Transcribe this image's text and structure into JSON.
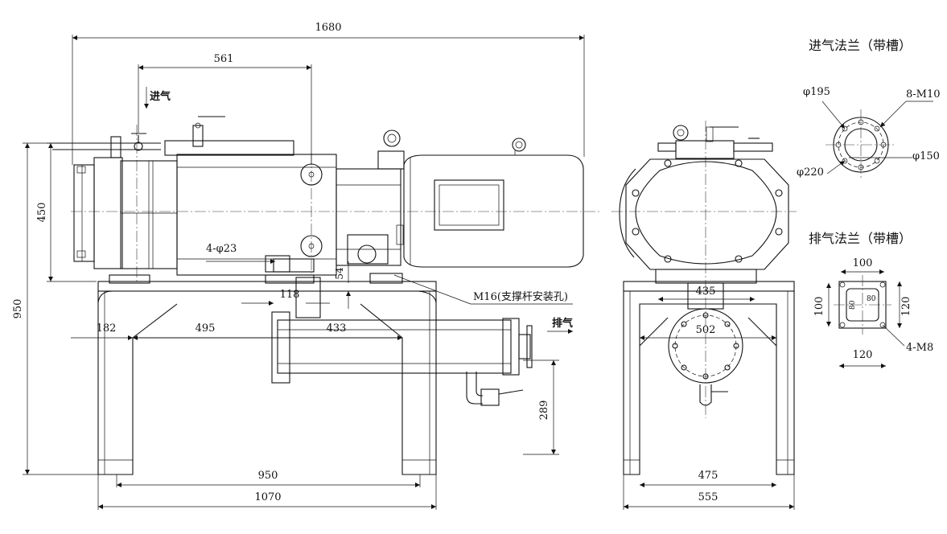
{
  "front_view": {
    "dimensions": {
      "overall_length": "1680",
      "inlet_offset": "561",
      "height": "450",
      "total_height": "950",
      "foot_hole": "4-φ23",
      "dim_118": "118",
      "dim_54": "54",
      "dim_182": "182",
      "dim_495": "495",
      "dim_433": "433",
      "frame_950": "950",
      "frame_1070": "1070",
      "outlet_height": "289"
    },
    "labels": {
      "inlet": "进气",
      "outlet": "排气",
      "support_note": "M16(支撑杆安装孔)"
    }
  },
  "side_view": {
    "dimensions": {
      "dim_435": "435",
      "dim_502": "502",
      "dim_475": "475",
      "dim_555": "555"
    }
  },
  "inlet_flange": {
    "title": "进气法兰（带槽）",
    "d_bolt_circle": "φ195",
    "bolts": "8-M10",
    "d_outer": "φ220",
    "d_inner": "φ150"
  },
  "outlet_flange": {
    "title": "排气法兰（带槽）",
    "top_width": "100",
    "left_height": "100",
    "right_height": "120",
    "bottom_width": "120",
    "inner_w": "80",
    "inner_h": "80",
    "bolts": "4-M8"
  }
}
